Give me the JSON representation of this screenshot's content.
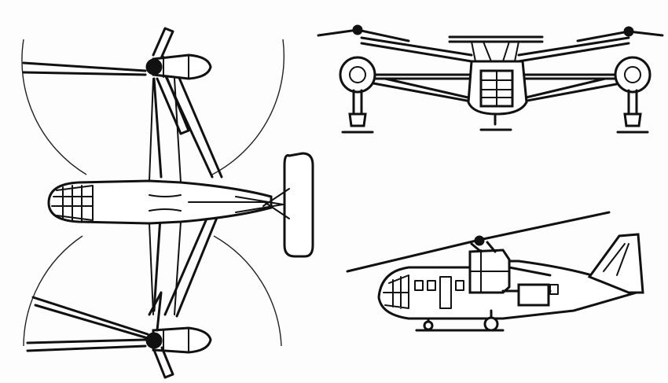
{
  "drawing": {
    "subject": "",
    "views": [
      {
        "id": "top-view"
      },
      {
        "id": "front-view"
      },
      {
        "id": "side-view"
      }
    ]
  }
}
